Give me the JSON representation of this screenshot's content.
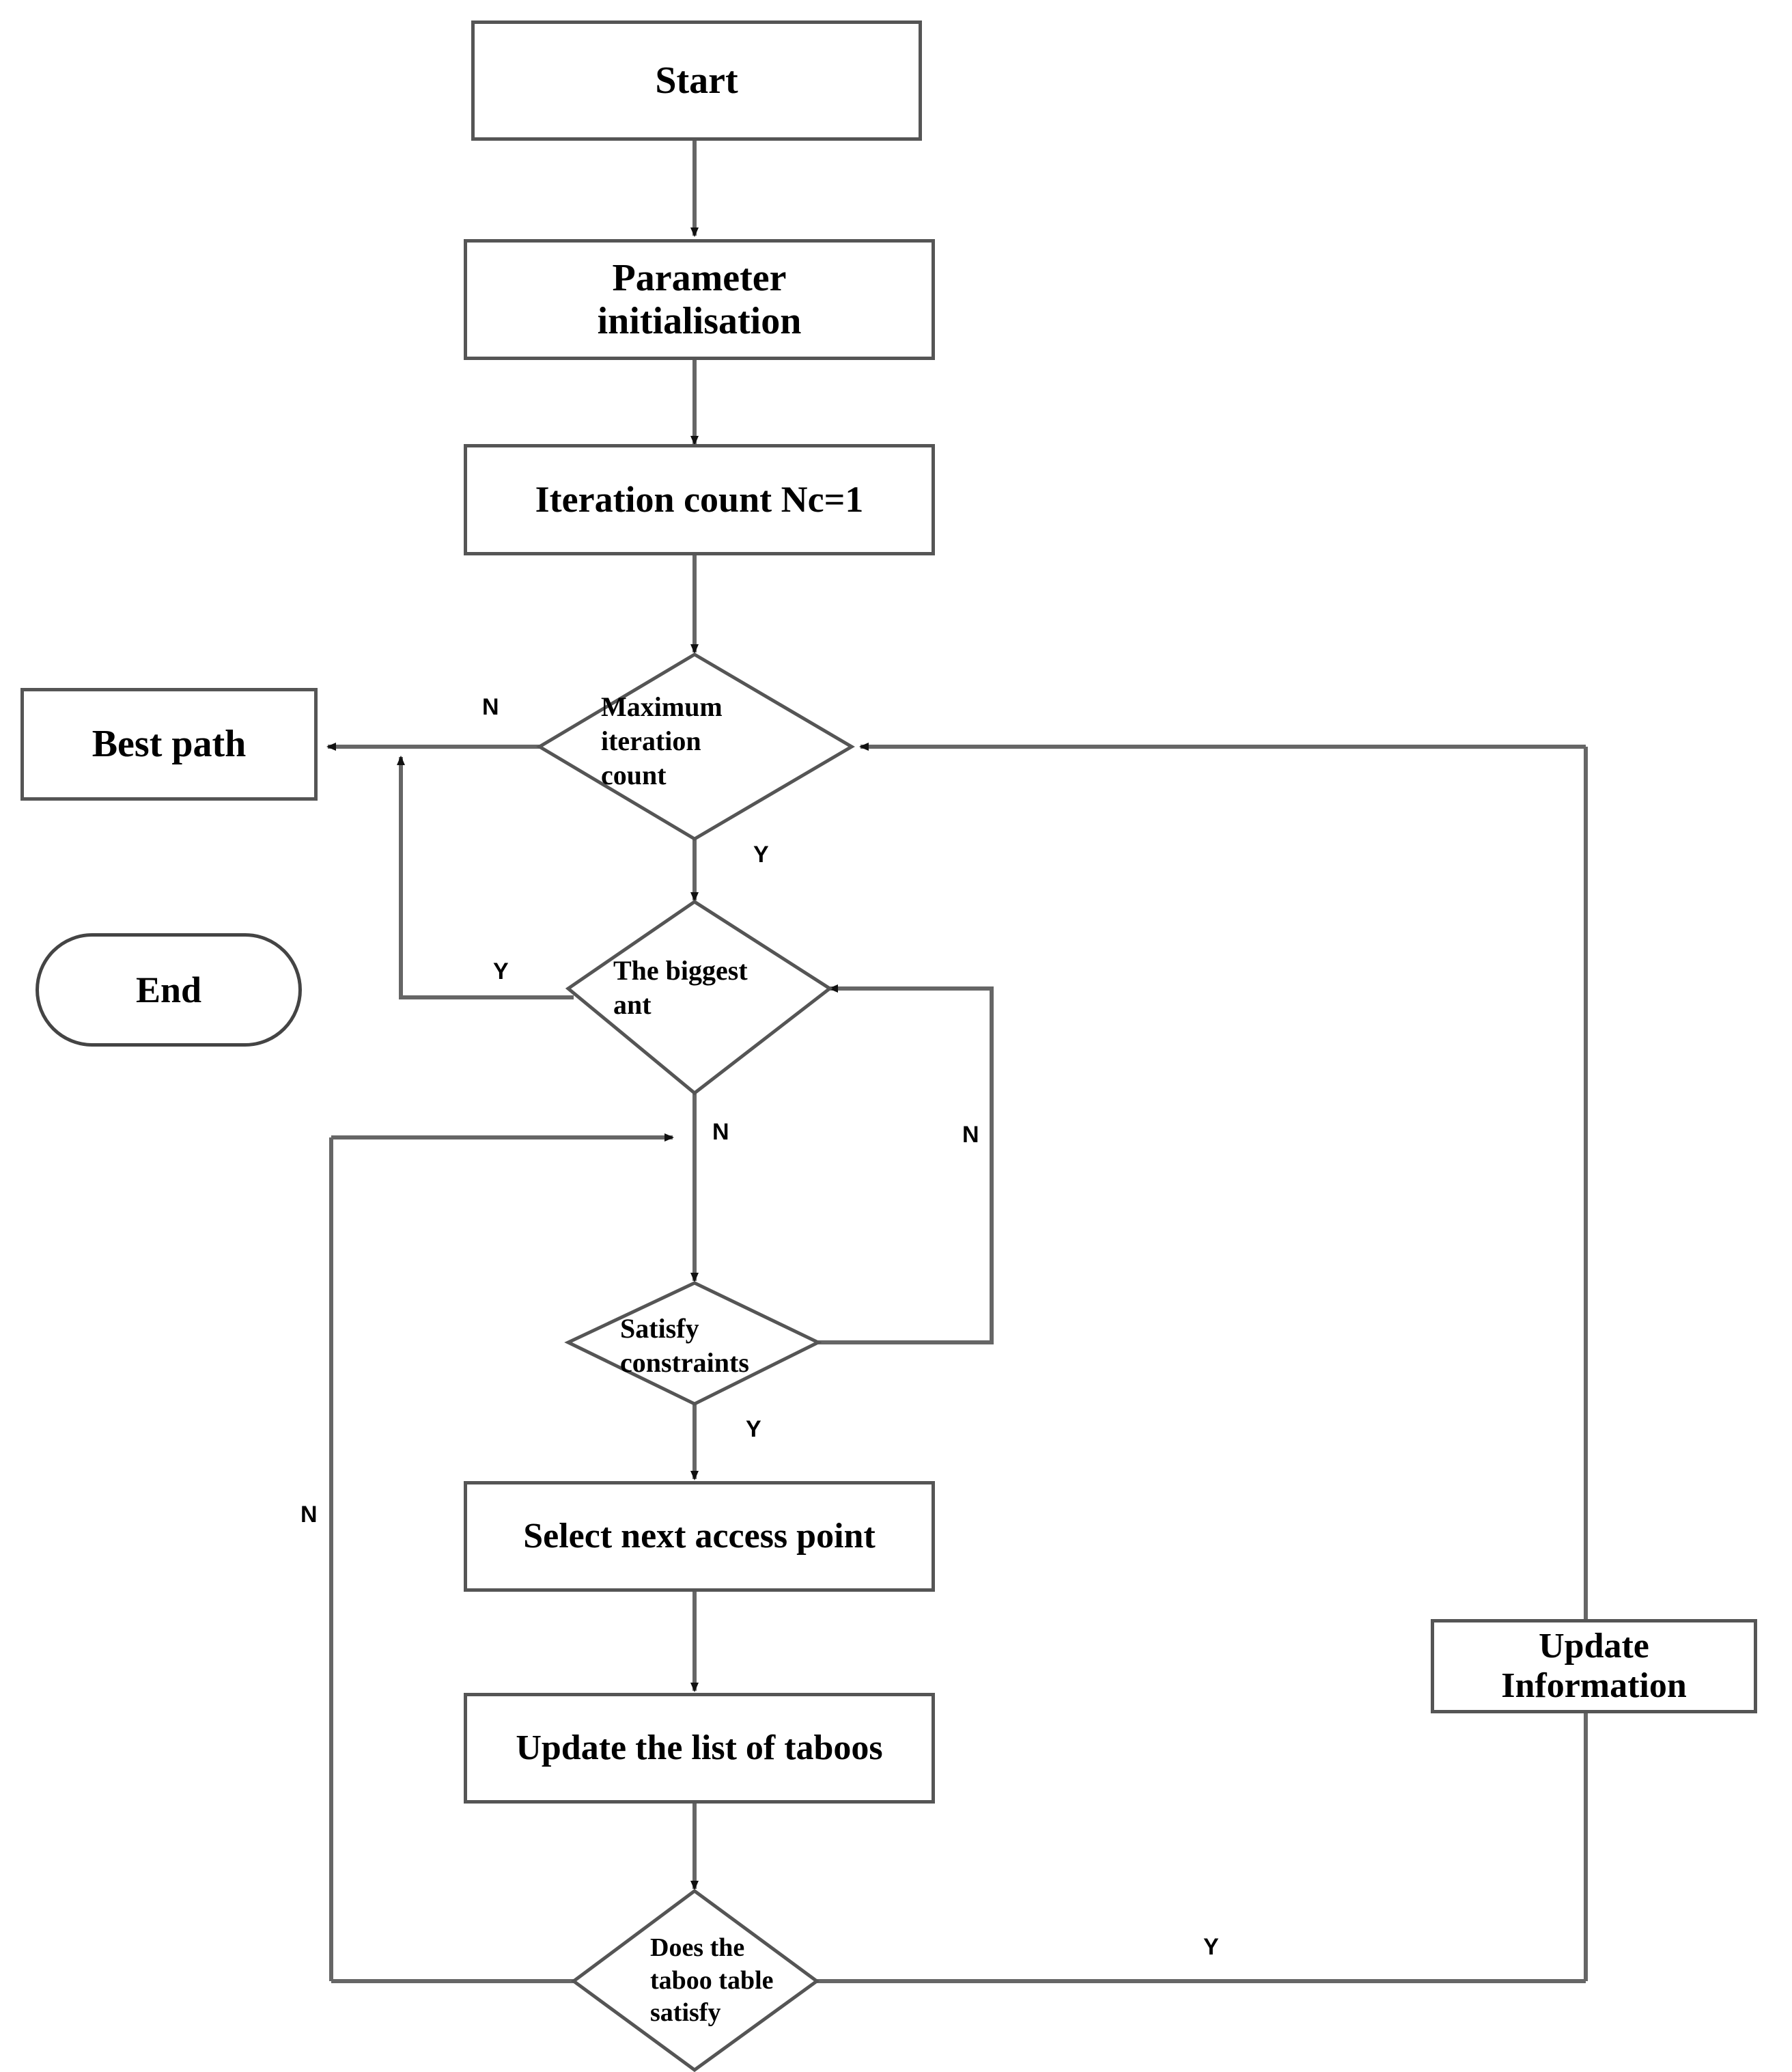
{
  "diagram": {
    "title": "Ant colony optimisation path planning flowchart",
    "type": "flowchart",
    "colors": {
      "stroke": "#555555",
      "text": "#000000",
      "background": "#ffffff"
    }
  },
  "nodes": {
    "start": {
      "label": "Start",
      "shape": "rectangle"
    },
    "param_init": {
      "label": "Parameter\ninitialisation",
      "line1": "Parameter",
      "line2": "initialisation",
      "shape": "rectangle"
    },
    "iter_count": {
      "label": "Iteration count Nc=1",
      "shape": "rectangle"
    },
    "max_iter": {
      "l1": "Maximum",
      "l2": "iteration",
      "l3": "count",
      "shape": "diamond"
    },
    "best_path": {
      "label": "Best path",
      "shape": "rectangle"
    },
    "end": {
      "label": "End",
      "shape": "rounded"
    },
    "biggest_ant": {
      "l1": "The biggest",
      "l2": "ant",
      "shape": "diamond"
    },
    "satisfy": {
      "l1": "Satisfy",
      "l2": "constraints",
      "shape": "diamond"
    },
    "select_next": {
      "label": "Select next access point",
      "shape": "rectangle"
    },
    "update_taboo": {
      "label": "Update the list of taboos",
      "shape": "rectangle"
    },
    "taboo_check": {
      "l1": "Does the",
      "l2": "taboo table",
      "l3": "satisfy",
      "shape": "diamond"
    },
    "update_info": {
      "line1": "Update",
      "line2": "Information",
      "shape": "rectangle"
    }
  },
  "edge_labels": {
    "max_iter_no": "N",
    "max_iter_yes": "Y",
    "biggest_ant_yes": "Y",
    "biggest_ant_no": "N",
    "satisfy_no": "N",
    "satisfy_yes": "Y",
    "taboo_no": "N",
    "taboo_yes": "Y"
  }
}
